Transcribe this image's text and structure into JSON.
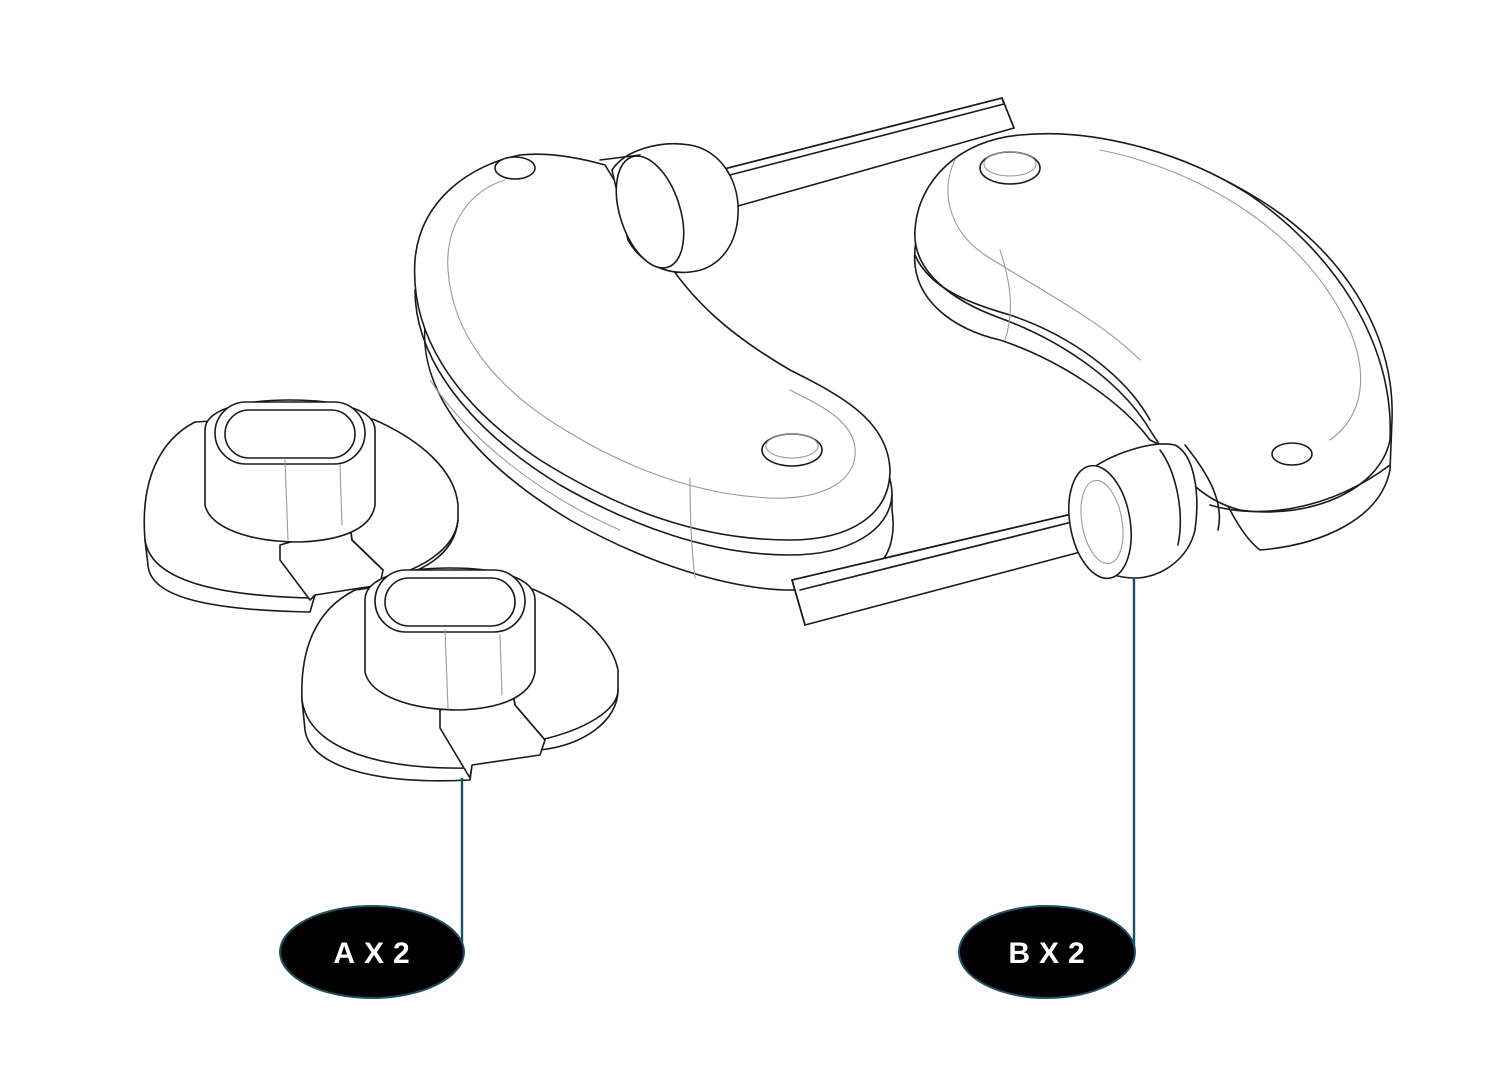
{
  "callouts": [
    {
      "id": "A",
      "label": "AX2"
    },
    {
      "id": "B",
      "label": "BX2"
    }
  ],
  "colors": {
    "linework": "#1a1a1a",
    "detail": "#9a9a9a",
    "leader": "#1f4f63",
    "tag_fill": "#000000",
    "tag_text": "#ffffff"
  }
}
